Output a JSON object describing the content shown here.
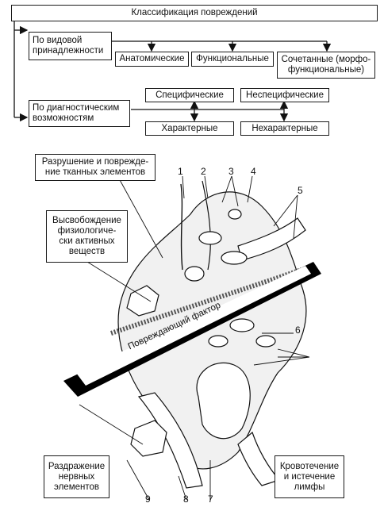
{
  "classification": {
    "title": "Классификация повреждений",
    "by_type": {
      "label": "По видовой\nпринадлежности",
      "items": [
        "Анатомические",
        "Функциональные",
        "Сочетанные (морфо-\nфункциональные)"
      ]
    },
    "by_diagnostic": {
      "label": "По диагностическим\nвозможностям",
      "top": [
        "Специфические",
        "Неспецифические"
      ],
      "bottom": [
        "Характерные",
        "Нехарактерные"
      ]
    }
  },
  "illustration": {
    "callouts": {
      "destruction": "Разрушение и поврежде-\nние тканных элементов",
      "release": "Высвобождение\nфизиологиче-\nски активных\nвеществ",
      "irritation": "Раздражение\nнервных\nэлементов",
      "bleeding": "Кровотечение\nи истечение\nлимфы"
    },
    "blade_label": "Повреждающий фактор",
    "numbers": [
      "1",
      "2",
      "3",
      "4",
      "5",
      "6",
      "7",
      "8",
      "9"
    ]
  }
}
